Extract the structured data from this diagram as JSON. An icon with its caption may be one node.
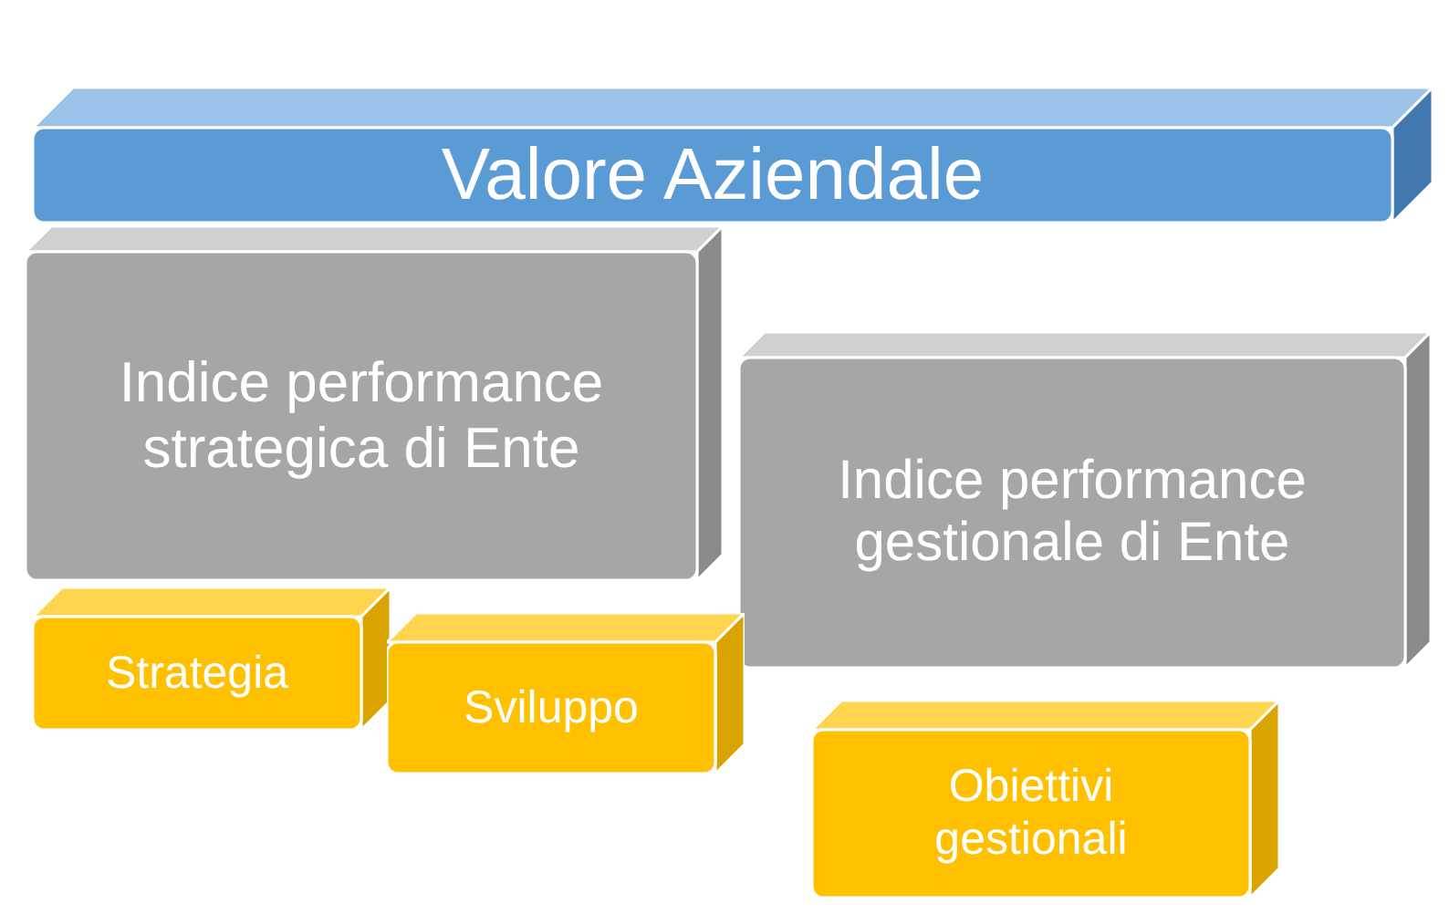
{
  "diagram": {
    "nodes": [
      {
        "text": [
          "Valore Aziendale"
        ]
      },
      {
        "text": [
          "Indice performance strategica di Ente"
        ]
      },
      {
        "text": [
          "Indice performance gestionale di Ente"
        ]
      },
      {
        "text": [
          "Strategia"
        ]
      },
      {
        "text": [
          "Sviluppo"
        ]
      },
      {
        "text": [
          "Obiettivi gestionali"
        ]
      }
    ]
  }
}
